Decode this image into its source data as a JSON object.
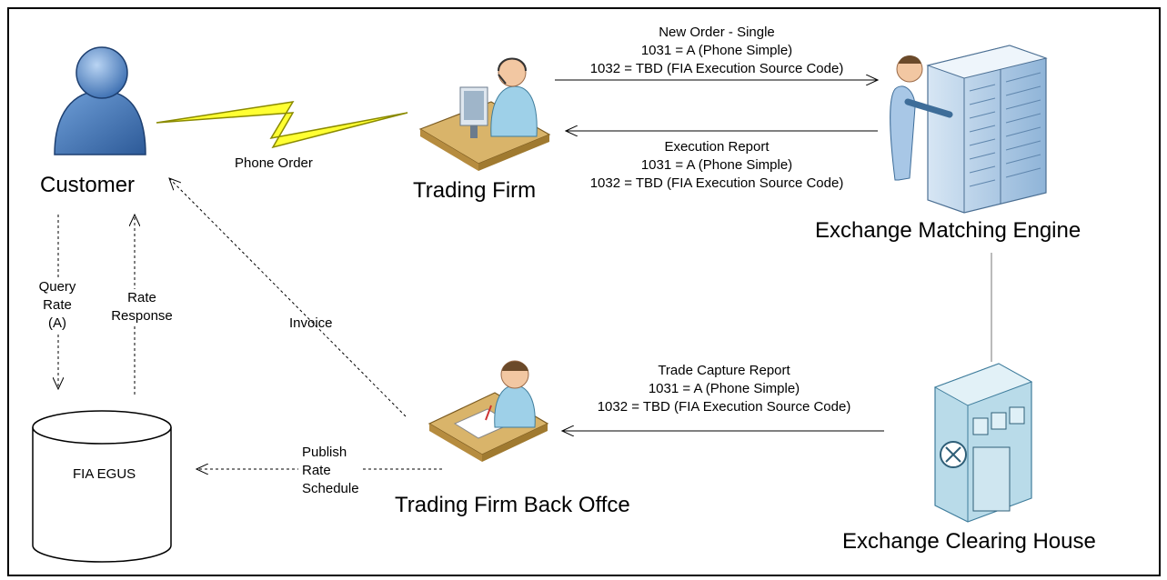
{
  "nodes": {
    "customer": "Customer",
    "trading_firm": "Trading Firm",
    "matching_engine": "Exchange Matching Engine",
    "clearing_house": "Exchange Clearing House",
    "back_office": "Trading Firm Back Offce",
    "fia_egus": "FIA EGUS"
  },
  "messages": {
    "new_order": [
      "New Order - Single",
      "1031 = A (Phone Simple)",
      "1032 = TBD (FIA Execution Source Code)"
    ],
    "execution_report": [
      "Execution Report",
      "1031 = A (Phone Simple)",
      "1032 = TBD (FIA Execution Source Code)"
    ],
    "trade_capture": [
      "Trade Capture Report",
      "1031 = A (Phone Simple)",
      "1032 = TBD (FIA Execution Source Code)"
    ],
    "phone_order": "Phone Order",
    "invoice": "Invoice",
    "query_rate": [
      "Query",
      "Rate",
      "(A)"
    ],
    "rate_response": [
      "Rate",
      "Response"
    ],
    "publish_rate": [
      "Publish",
      "Rate",
      "Schedule"
    ]
  },
  "icons": [
    "customer-person-icon",
    "call-center-agent-icon",
    "server-operator-icon",
    "back-office-clerk-icon",
    "clearing-house-vault-icon",
    "database-cylinder-icon"
  ],
  "colors": {
    "person_blue": "#4a7fc0",
    "lightning_yellow": "#ffff33",
    "server_blue": "#8fb4d8",
    "desk_tan": "#d9b46a"
  }
}
